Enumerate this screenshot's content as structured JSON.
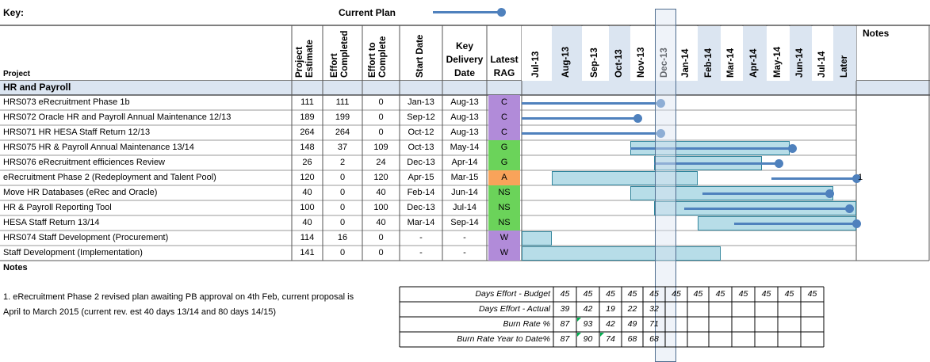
{
  "key": {
    "label": "Key:",
    "legend": "Current Plan"
  },
  "headers": {
    "project": "Project",
    "estimate": [
      "Project",
      "Estimate"
    ],
    "completed": [
      "Effort",
      "Completed"
    ],
    "to_complete": [
      "Effort to",
      "Complete"
    ],
    "start": "Start Date",
    "key_delivery": [
      "Key",
      "Delivery",
      "Date"
    ],
    "rag": [
      "Latest",
      "RAG"
    ],
    "months": [
      "Jul-13",
      "Aug-13",
      "Sep-13",
      "Oct-13",
      "Nov-13",
      "Dec-13",
      "Jan-14",
      "Feb-14",
      "Mar-14",
      "Apr-14",
      "May-14",
      "Jun-14",
      "Jul-14",
      "Later"
    ],
    "notes": "Notes"
  },
  "section": "HR and Payroll",
  "rows": [
    {
      "name": "HRS073 eRecruitment Phase 1b",
      "est": "111",
      "done": "111",
      "todo": "0",
      "start": "Jan-13",
      "delivery": "Aug-13",
      "rag": "C",
      "note": ""
    },
    {
      "name": "HRS072 Oracle HR and Payroll Annual Maintenance 12/13",
      "est": "189",
      "done": "199",
      "todo": "0",
      "start": "Sep-12",
      "delivery": "Aug-13",
      "rag": "C",
      "note": ""
    },
    {
      "name": "HRS071 HR HESA Staff Return 12/13",
      "est": "264",
      "done": "264",
      "todo": "0",
      "start": "Oct-12",
      "delivery": "Aug-13",
      "rag": "C",
      "note": ""
    },
    {
      "name": "HRS075 HR & Payroll Annual Maintenance 13/14",
      "est": "148",
      "done": "37",
      "todo": "109",
      "start": "Oct-13",
      "delivery": "May-14",
      "rag": "G",
      "note": ""
    },
    {
      "name": "HRS076 eRecruitment efficiences Review",
      "est": "26",
      "done": "2",
      "todo": "24",
      "start": "Dec-13",
      "delivery": "Apr-14",
      "rag": "G",
      "note": ""
    },
    {
      "name": "eRecruitment Phase 2 (Redeployment and Talent Pool)",
      "est": "120",
      "done": "0",
      "todo": "120",
      "start": "Apr-15",
      "delivery": "Mar-15",
      "rag": "A",
      "note": "1"
    },
    {
      "name": "Move HR Databases (eRec and Oracle)",
      "est": "40",
      "done": "0",
      "todo": "40",
      "start": "Feb-14",
      "delivery": "Jun-14",
      "rag": "NS",
      "note": ""
    },
    {
      "name": "HR & Payroll Reporting Tool",
      "est": "100",
      "done": "0",
      "todo": "100",
      "start": "Dec-13",
      "delivery": "Jul-14",
      "rag": "NS",
      "note": ""
    },
    {
      "name": "HESA Staff Return 13/14",
      "est": "40",
      "done": "0",
      "todo": "40",
      "start": "Mar-14",
      "delivery": "Sep-14",
      "rag": "NS",
      "note": ""
    },
    {
      "name": "HRS074 Staff Development (Procurement)",
      "est": "114",
      "done": "16",
      "todo": "0",
      "start": "-",
      "delivery": "-",
      "rag": "W",
      "note": ""
    },
    {
      "name": "Staff Development (Implementation)",
      "est": "141",
      "done": "0",
      "todo": "0",
      "start": "-",
      "delivery": "-",
      "rag": "W",
      "note": ""
    }
  ],
  "rag_colors": {
    "C": "#b18bd9",
    "G": "#6bd35a",
    "A": "#f9a35a",
    "NS": "#6bd35a",
    "W": "#b18bd9"
  },
  "notes_label": "Notes",
  "note_text": [
    "1. eRecruitment Phase 2 revised plan awaiting PB approval on 4th Feb, current proposal is",
    "April to March 2015 (current rev. est 40 days 13/14 and 80 days 14/15)"
  ],
  "summary": [
    {
      "label": "Days Effort - Budget",
      "values": [
        "45",
        "45",
        "45",
        "45",
        "45",
        "45",
        "45",
        "45",
        "45",
        "45",
        "45",
        "45"
      ]
    },
    {
      "label": "Days Effort - Actual",
      "values": [
        "39",
        "42",
        "19",
        "22",
        "32",
        "",
        "",
        "",
        "",
        "",
        "",
        ""
      ]
    },
    {
      "label": "Burn Rate %",
      "values": [
        "87",
        "93",
        "42",
        "49",
        "71",
        "",
        "",
        "",
        "",
        "",
        "",
        ""
      ]
    },
    {
      "label": "Burn Rate Year to Date%",
      "values": [
        "87",
        "90",
        "74",
        "68",
        "68",
        "",
        "",
        "",
        "",
        "",
        "",
        ""
      ]
    }
  ]
}
